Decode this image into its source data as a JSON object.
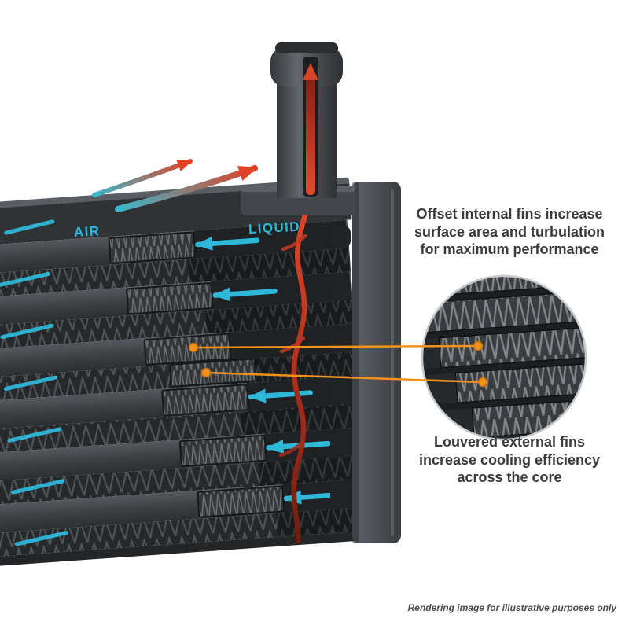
{
  "illustration": {
    "air_label": "AIR",
    "liquid_label": "LIQUID"
  },
  "annotations": {
    "offset_fins": {
      "lines": [
        "Offset internal fins increase",
        "surface area and turbulation",
        "for maximum performance"
      ]
    },
    "louvered_fins": {
      "lines": [
        "Louvered external fins",
        "increase cooling efficiency",
        "across the core"
      ]
    },
    "disclaimer": "Rendering image for illustrative purposes only"
  },
  "colors": {
    "air_accent": "#2BB9DA",
    "liquid_accent": "#DF4226",
    "callout_accent": "#F2921D",
    "annotation_text": "#3B3B3B"
  }
}
